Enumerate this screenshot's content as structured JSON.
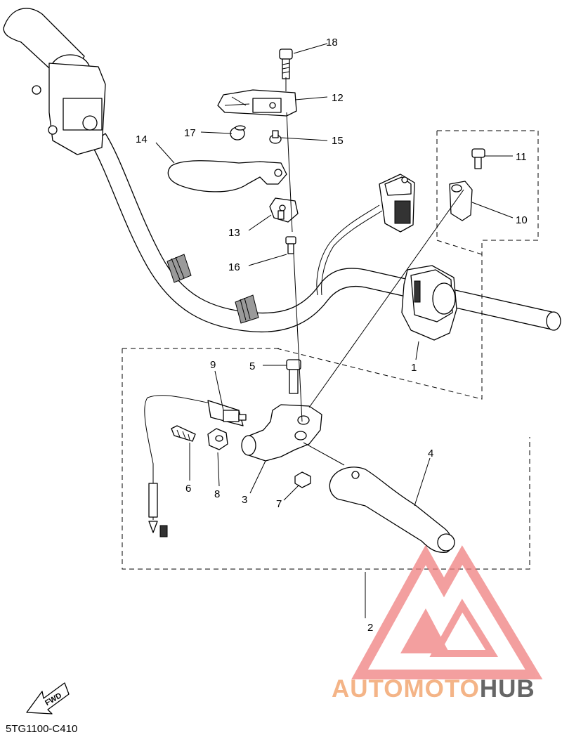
{
  "diagram": {
    "part_numbers": {
      "p1": "1",
      "p2": "2",
      "p3": "3",
      "p4": "4",
      "p5": "5",
      "p6": "6",
      "p7": "7",
      "p8": "8",
      "p9": "9",
      "p10": "10",
      "p11": "11",
      "p12": "12",
      "p13": "13",
      "p14": "14",
      "p15": "15",
      "p16": "16",
      "p17": "17",
      "p18": "18"
    },
    "fwd_label": "FWD",
    "diagram_code": "5TG1100-C410"
  },
  "watermark": {
    "brand_part1": "AUTOMOTO",
    "brand_part2": "HUB",
    "color_primary": "#f08080",
    "color_secondary": "#f7c48a",
    "color_text_dark": "#555555"
  }
}
